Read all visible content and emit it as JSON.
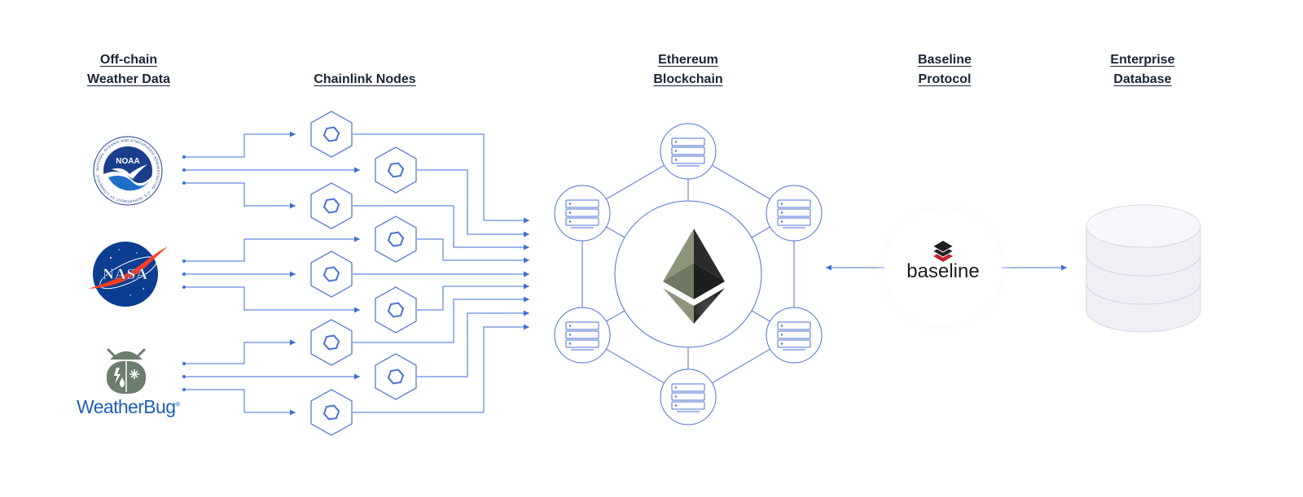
{
  "columns": {
    "offchain": {
      "line1": "Off-chain",
      "line2": "Weather Data"
    },
    "chainlink": {
      "line1": "Chainlink Nodes"
    },
    "ethereum": {
      "line1": "Ethereum",
      "line2": "Blockchain"
    },
    "baseline": {
      "line1": "Baseline",
      "line2": "Protocol"
    },
    "enterprise": {
      "line1": "Enterprise",
      "line2": "Database"
    }
  },
  "sources": {
    "noaa": {
      "label": "NOAA",
      "ring_text": "NATIONAL OCEANIC AND ATMOSPHERIC ADMINISTRATION · U.S. DEPARTMENT OF COMMERCE"
    },
    "nasa": {
      "label": "NASA"
    },
    "weatherbug": {
      "label": "WeatherBug",
      "mark": "®"
    }
  },
  "baseline_logo": {
    "label": "baseline"
  },
  "colors": {
    "line": "#3b6fd1",
    "hex_stroke": "#4872d1",
    "hex_fill": "#ffffff",
    "eth_light": "#8c957a",
    "eth_dark": "#2b2b2b",
    "noaa_blue": "#1a3e8c",
    "nasa_blue": "#0b3d91",
    "nasa_red": "#fc3d21",
    "weatherbug_gray": "#6b7d6d",
    "weatherbug_blue": "#1d5eb8",
    "baseline_red": "#c8202f",
    "db_fill": "#eef0f6",
    "db_stroke": "#d5d9e6"
  },
  "icons": [
    "noaa-logo",
    "nasa-logo",
    "weatherbug-logo",
    "chainlink-hexagon-icon",
    "server-rack-icon",
    "ethereum-logo",
    "baseline-logo",
    "database-cylinder-icon",
    "arrow-icon"
  ]
}
